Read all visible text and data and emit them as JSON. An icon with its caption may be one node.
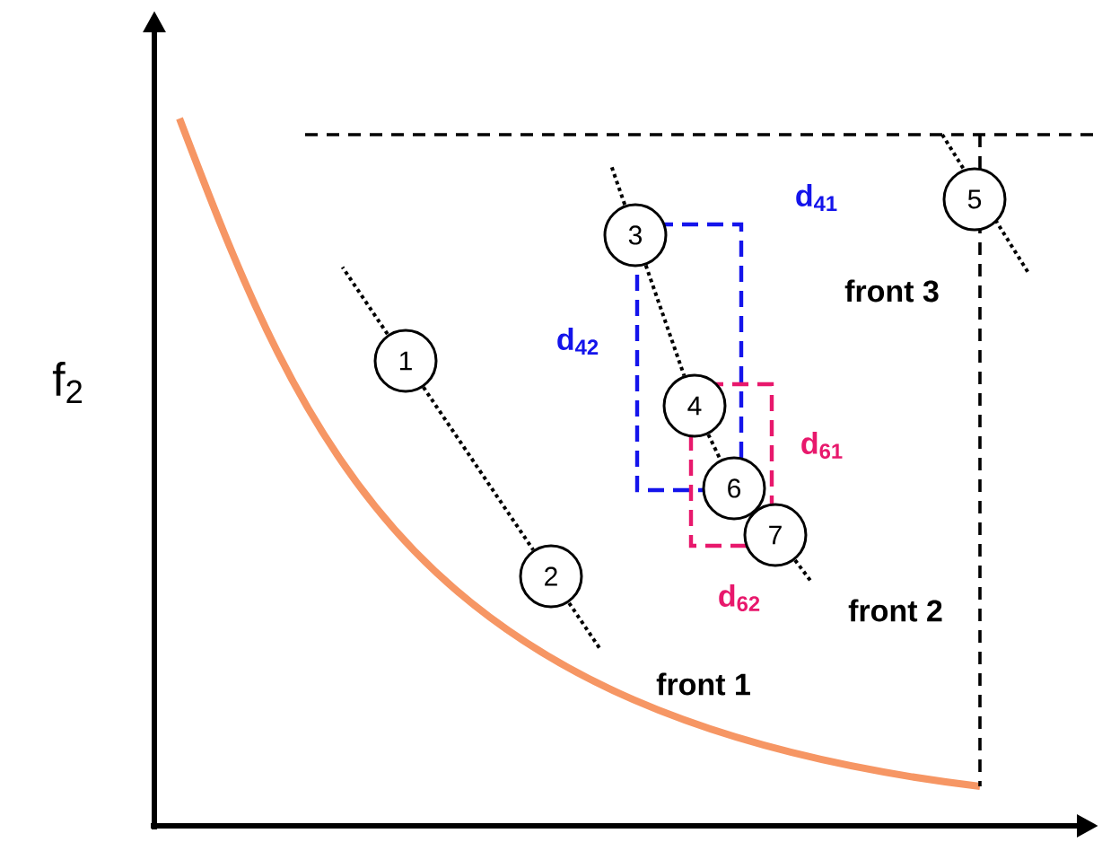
{
  "diagram": {
    "nodes": [
      {
        "text": [
          "1"
        ]
      },
      {
        "text": [
          "2"
        ]
      },
      {
        "text": [
          "3"
        ]
      },
      {
        "text": [
          "4"
        ]
      },
      {
        "text": [
          "5"
        ]
      },
      {
        "text": [
          "6"
        ]
      },
      {
        "text": [
          "7"
        ]
      }
    ],
    "edges": [
      {
        "from": 0,
        "to": 1,
        "arrow": "none"
      },
      {
        "from": 2,
        "to": 3,
        "arrow": "none"
      },
      {
        "from": 3,
        "to": 5,
        "arrow": "none"
      }
    ],
    "labels": [
      "d$_{41}$",
      "front 3",
      "d$_{42}$",
      "d$_{61}$",
      "d$_{62}$",
      "front 2",
      "front 1",
      "f$_{2}$"
    ]
  }
}
